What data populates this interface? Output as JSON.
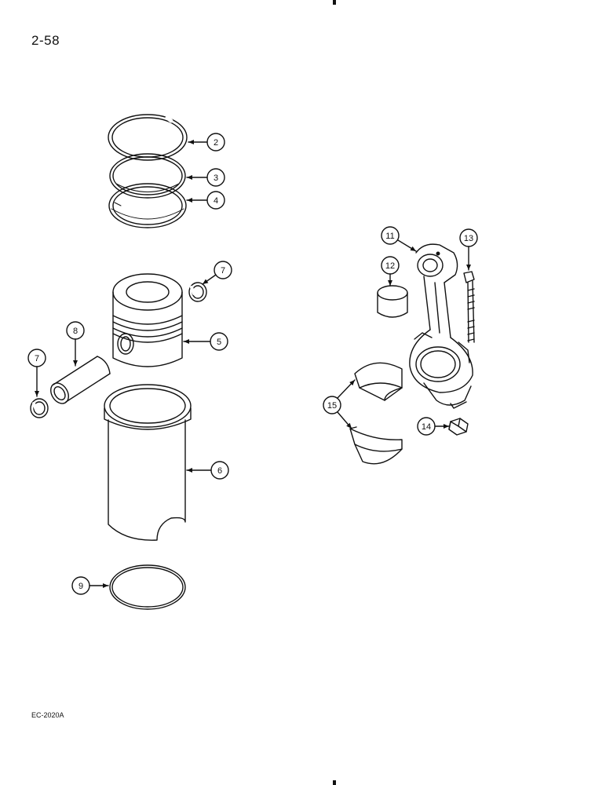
{
  "page_number": "2-58",
  "figure_code": "EC-2020A",
  "callouts": [
    "2",
    "3",
    "4",
    "5",
    "6",
    "7",
    "7",
    "8",
    "9",
    "11",
    "12",
    "13",
    "14",
    "15"
  ],
  "ink_color": "#111111"
}
